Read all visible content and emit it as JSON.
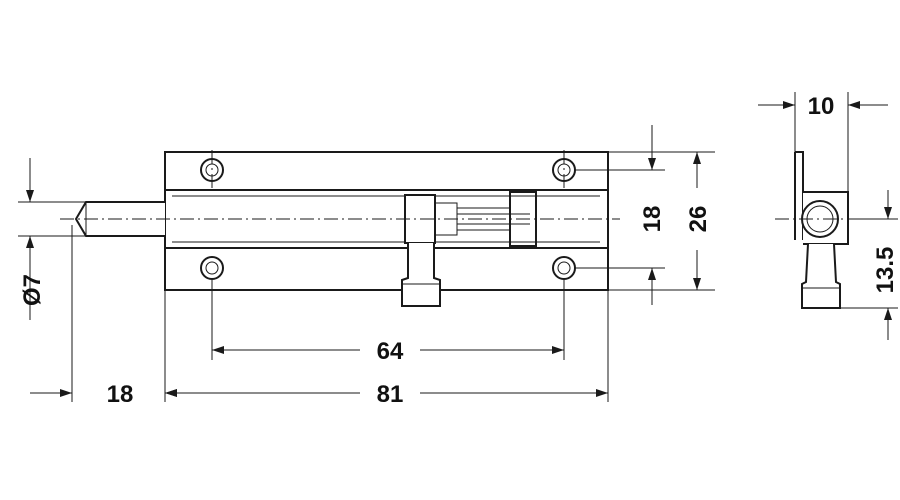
{
  "dimensions": {
    "pin_offset": "18",
    "body_length": "81",
    "hole_spacing": "64",
    "pin_diameter": "Ø7",
    "hole_row_spacing": "18",
    "body_height": "26",
    "side_width": "10",
    "side_height": "13.5"
  },
  "colors": {
    "line": "#1a1a1a",
    "background": "#ffffff"
  }
}
